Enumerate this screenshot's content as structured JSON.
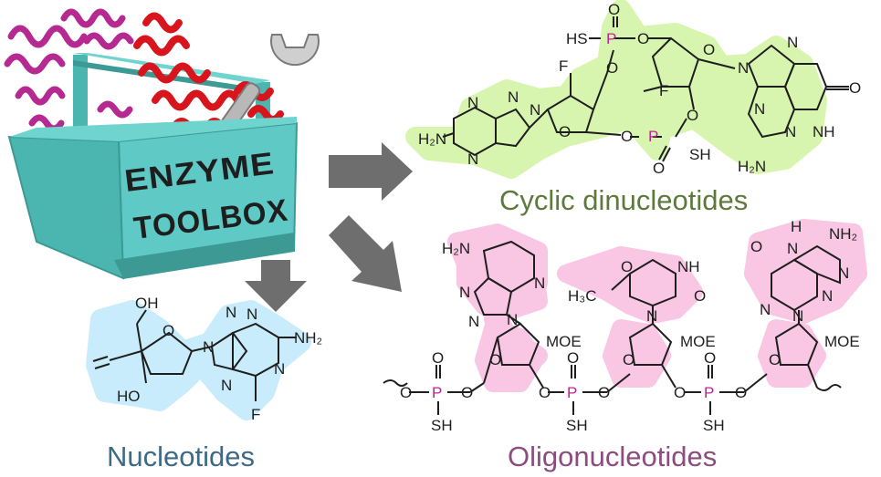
{
  "toolbox": {
    "line1": "ENZYME",
    "line2": "TOOLBOX"
  },
  "captions": {
    "cyclic": "Cyclic dinucleotides",
    "nucleotides": "Nucleotides",
    "oligonucleotides": "Oligonucleotides"
  },
  "atoms": {
    "HS": "HS",
    "SH": "SH",
    "P": "P",
    "O": "O",
    "F": "F",
    "N": "N",
    "NH": "NH",
    "H": "H",
    "H2N": "H₂N",
    "NH2": "NH₂",
    "OH": "OH",
    "HO": "HO",
    "MOE": "MOE",
    "H3C": "H₃C"
  },
  "colors": {
    "cyclic_highlight": "#d8f5b0",
    "cyclic_caption": "#5d7a3c",
    "nucleotide_highlight": "#c8ecfb",
    "nucleotide_caption": "#3e6a86",
    "oligo_highlight": "#f9c6e4",
    "oligo_caption": "#8c4d7e",
    "phosphorus": "#c41f9b",
    "arrow": "#6e6e6e",
    "toolbox": "#5ec9c5",
    "toolbox_dark": "#3c9994",
    "protein_red": "#d8141c",
    "protein_magenta": "#b52990"
  }
}
